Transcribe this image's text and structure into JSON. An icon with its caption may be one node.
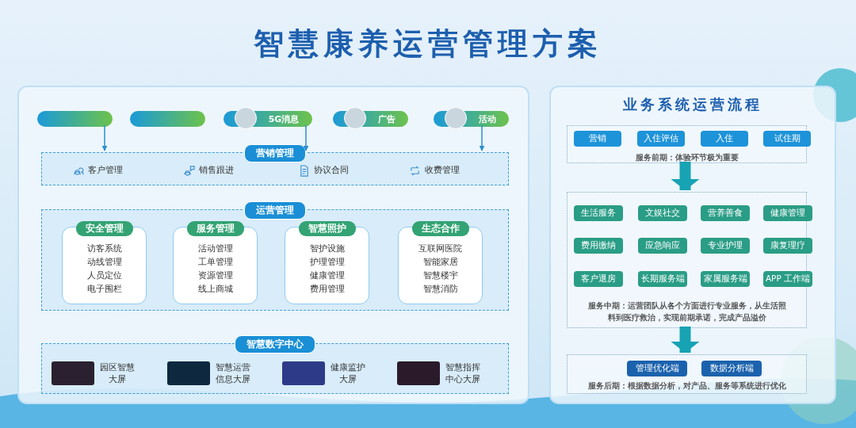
{
  "diagram": {
    "title": "智慧康养运营管理方案",
    "nodes": [
      {
        "text": [],
        "shape": "box"
      },
      {
        "text": [],
        "shape": "box",
        "in": 0
      },
      {
        "text": [],
        "shape": "box",
        "in": 0
      },
      {
        "text": [
          "5G消息"
        ],
        "in": 0
      },
      {
        "text": [
          "广告"
        ],
        "in": 0
      },
      {
        "text": [
          "活动"
        ],
        "in": 0
      },
      {
        "text": [
          "营销管理",
          "客户管理",
          "销售跟进",
          "协议合同",
          "收费管理"
        ],
        "in": 0
      },
      {
        "text": [
          "运营管理"
        ],
        "in": 0
      },
      {
        "text": [
          "安全管理",
          "访客系统",
          "动线管理",
          "人员定位",
          "电子围栏"
        ],
        "in": 7
      },
      {
        "text": [
          "服务管理",
          "活动管理",
          "工单管理",
          "资源管理",
          "线上商城"
        ],
        "in": 7
      },
      {
        "text": [
          "智慧照护",
          "智护设施",
          "护理管理",
          "健康管理",
          "费用管理"
        ],
        "in": 7
      },
      {
        "text": [
          "生态合作",
          "互联网医院",
          "智能家居",
          "智慧楼宇",
          "智慧消防"
        ],
        "in": 7
      },
      {
        "text": [
          "智慧数字中心"
        ],
        "in": 0
      },
      {
        "text": [
          "园区智慧大屏"
        ],
        "in": 12
      },
      {
        "text": [
          "智慧运营信息大屏"
        ],
        "in": 12
      },
      {
        "text": [
          "健康监护大屏"
        ],
        "in": 12
      },
      {
        "text": [
          "智慧指挥中心大屏"
        ],
        "in": 12
      },
      {
        "text": [
          "业务系统运营流程"
        ]
      },
      {
        "text": [
          "服务前期：体验环节极为重要"
        ],
        "in": 17
      },
      {
        "text": [
          "营销"
        ],
        "in": 18
      },
      {
        "text": [
          "入住评估"
        ],
        "in": 18
      },
      {
        "text": [
          "入住"
        ],
        "in": 18
      },
      {
        "text": [
          "试住期"
        ],
        "in": 18
      },
      {
        "text": [
          "服务中期：运营团队从各个方面进行专业服务，从生活照料到医疗救治，实现前期承诺，完成产品溢价"
        ],
        "in": 17
      },
      {
        "text": [
          "生活服务"
        ],
        "in": 23
      },
      {
        "text": [
          "文娱社交"
        ],
        "in": 23
      },
      {
        "text": [
          "营养善食"
        ],
        "in": 23
      },
      {
        "text": [
          "健康管理"
        ],
        "in": 23
      },
      {
        "text": [
          "费用缴纳"
        ],
        "in": 23
      },
      {
        "text": [
          "应急响应"
        ],
        "in": 23
      },
      {
        "text": [
          "专业护理"
        ],
        "in": 23
      },
      {
        "text": [
          "康复理疗"
        ],
        "in": 23
      },
      {
        "text": [
          "客户退房"
        ],
        "in": 23
      },
      {
        "text": [
          "长期服务端"
        ],
        "in": 23
      },
      {
        "text": [
          "家属服务端"
        ],
        "in": 23
      },
      {
        "text": [
          "APP 工作端"
        ],
        "in": 23
      },
      {
        "text": [
          "服务后期：根据数据分析，对产品、服务等系统进行优化"
        ],
        "in": 17
      },
      {
        "text": [
          "管理优化端"
        ],
        "in": 36
      },
      {
        "text": [
          "数据分析端"
        ],
        "in": 36
      }
    ],
    "edges": [
      {
        "from": 1,
        "to": 6,
        "arrow": "to"
      },
      {
        "from": 3,
        "to": 6,
        "arrow": "to"
      },
      {
        "from": 5,
        "to": 6,
        "arrow": "to"
      },
      {
        "from": 18,
        "to": 23,
        "arrow": "to",
        "style": "thick",
        "color": "#17a3b4"
      },
      {
        "from": 23,
        "to": 36,
        "arrow": "to",
        "style": "thick",
        "color": "#17a3b4"
      }
    ]
  }
}
